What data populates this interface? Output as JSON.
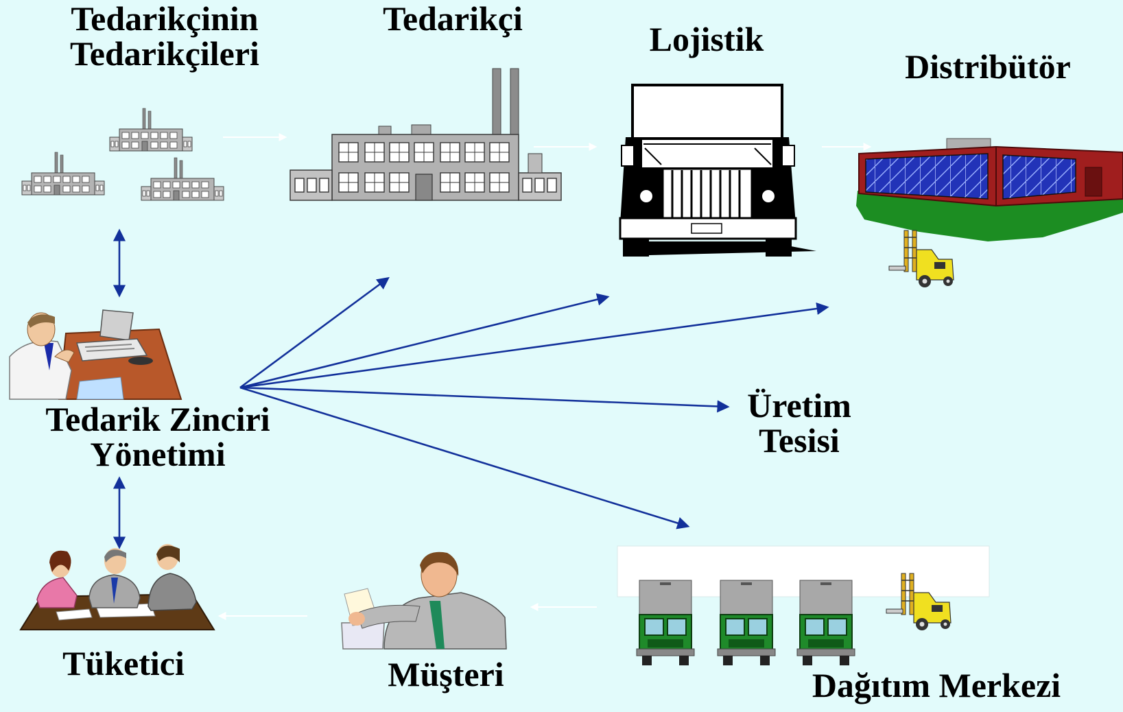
{
  "labels": {
    "supplier_suppliers": [
      "Tedarikçinin",
      "Tedarikçileri"
    ],
    "supplier": "Tedarikçi",
    "logistics": "Lojistik",
    "distributor": "Distribütör",
    "scm": [
      "Tedarik Zinciri",
      "Yönetimi"
    ],
    "production": [
      "Üretim",
      "Tesisi"
    ],
    "consumer": "Tüketici",
    "customer": "Müşteri",
    "distribution_center": "Dağıtım Merkezi"
  },
  "colors": {
    "background": "#e2fbfb",
    "arrow": "#12309a",
    "faint_arrow": "#ffffff",
    "factory": "#9a9a9a",
    "building_red": "#a01e1e",
    "glass_blue": "#2233b8",
    "forklift_yellow": "#f0e020",
    "truck_green": "#1f8a2a"
  },
  "icons": [
    "factory-icon",
    "truck-icon",
    "warehouse-icon",
    "forklift-icon",
    "manager-desk-icon",
    "meeting-people-icon",
    "businessman-icon",
    "delivery-truck-icon"
  ]
}
